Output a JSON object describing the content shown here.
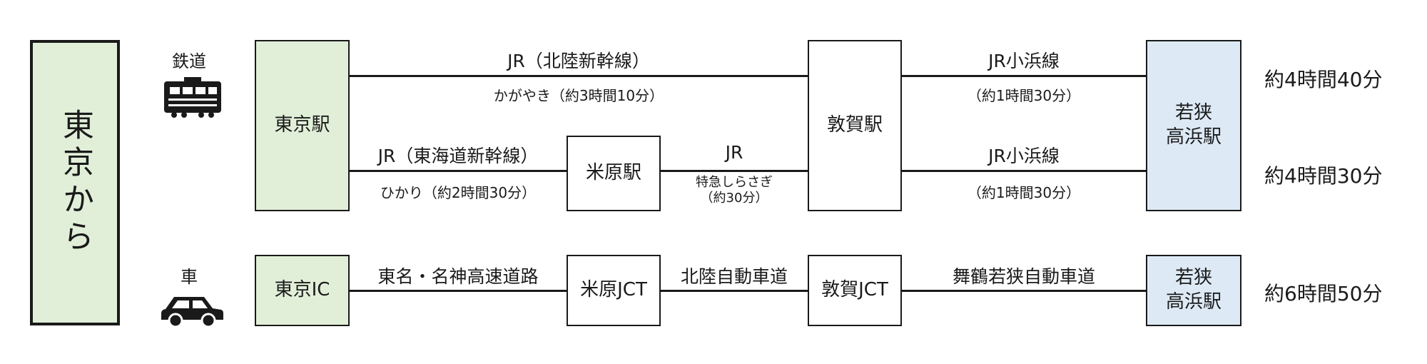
{
  "origin": {
    "label": "東京から"
  },
  "modes": {
    "rail_label": "鉄道",
    "rail_icon": "train-icon",
    "car_label": "車",
    "car_icon": "car-icon"
  },
  "stations": {
    "tokyo": "東京駅",
    "maibara": "米原駅",
    "tsuruga": "敦賀駅",
    "wakasa_rail": "若狭\n高浜駅",
    "tokyo_ic": "東京IC",
    "maibara_jct": "米原JCT",
    "tsuruga_jct": "敦賀JCT",
    "wakasa_car": "若狭\n高浜駅"
  },
  "routes": {
    "r1_line": "JR（北陸新幹線）",
    "r1_train": "かがやき（約3時間10分）",
    "r1b_line": "JR小浜線",
    "r1b_time": "（約1時間30分）",
    "r2_line": "JR（東海道新幹線）",
    "r2_train": "ひかり（約2時間30分）",
    "r2b_line": "JR",
    "r2b_train": "特急しらさぎ",
    "r2b_time": "（約30分）",
    "r2c_line": "JR小浜線",
    "r2c_time": "（約1時間30分）",
    "c1": "東名・名神高速道路",
    "c2": "北陸自動車道",
    "c3": "舞鶴若狭自動車道"
  },
  "durations": {
    "route1": "約4時間40分",
    "route2": "約4時間30分",
    "car": "約6時間50分"
  },
  "colors": {
    "origin_fill": "#e1efd9",
    "start_station_fill": "#e1efd9",
    "destination_fill": "#ddeaf6",
    "line": "#1a1a1a"
  }
}
